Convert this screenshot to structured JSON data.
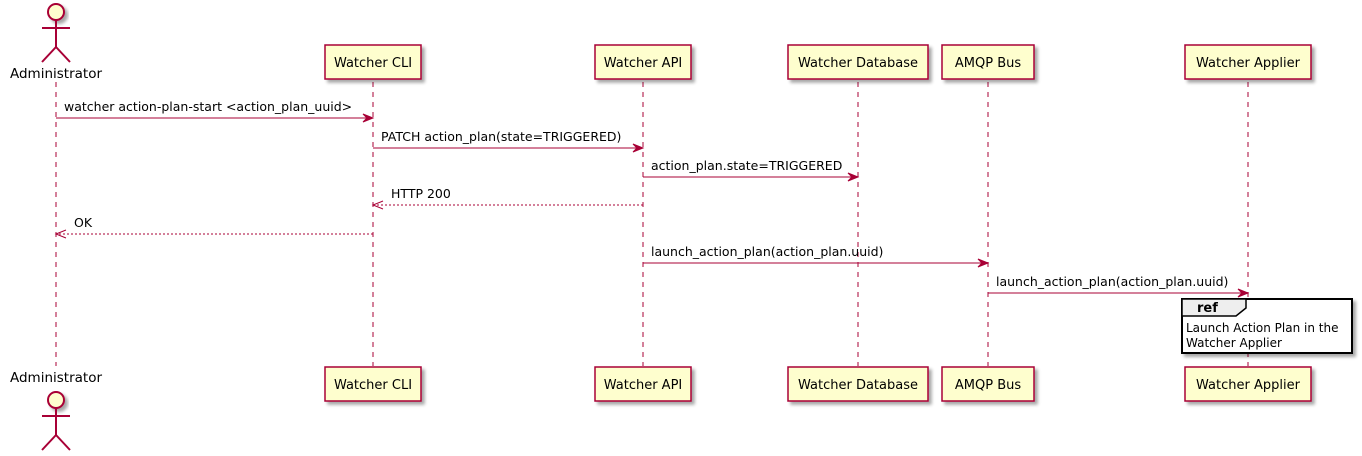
{
  "participants": [
    {
      "id": "admin",
      "label": "Administrator",
      "kind": "actor"
    },
    {
      "id": "cli",
      "label": "Watcher CLI",
      "kind": "participant"
    },
    {
      "id": "api",
      "label": "Watcher API",
      "kind": "participant"
    },
    {
      "id": "db",
      "label": "Watcher Database",
      "kind": "participant"
    },
    {
      "id": "amqp",
      "label": "AMQP Bus",
      "kind": "participant"
    },
    {
      "id": "applier",
      "label": "Watcher Applier",
      "kind": "participant"
    }
  ],
  "messages": [
    {
      "from": "admin",
      "to": "cli",
      "label": "watcher action-plan-start <action_plan_uuid>",
      "style": "solid"
    },
    {
      "from": "cli",
      "to": "api",
      "label": "PATCH action_plan(state=TRIGGERED)",
      "style": "solid"
    },
    {
      "from": "api",
      "to": "db",
      "label": "action_plan.state=TRIGGERED",
      "style": "solid"
    },
    {
      "from": "api",
      "to": "cli",
      "label": "HTTP 200",
      "style": "dashed"
    },
    {
      "from": "cli",
      "to": "admin",
      "label": "OK",
      "style": "dashed"
    },
    {
      "from": "api",
      "to": "amqp",
      "label": "launch_action_plan(action_plan.uuid)",
      "style": "solid"
    },
    {
      "from": "amqp",
      "to": "applier",
      "label": "launch_action_plan(action_plan.uuid)",
      "style": "solid"
    }
  ],
  "ref": {
    "title": "ref",
    "lines": [
      "Launch Action Plan in the",
      "Watcher Applier"
    ]
  },
  "colors": {
    "participant_fill": "#FEFECE",
    "participant_border": "#A80036",
    "arrow": "#A80036",
    "lifeline": "#A80036",
    "ref_header_fill": "#EEEEEE"
  }
}
